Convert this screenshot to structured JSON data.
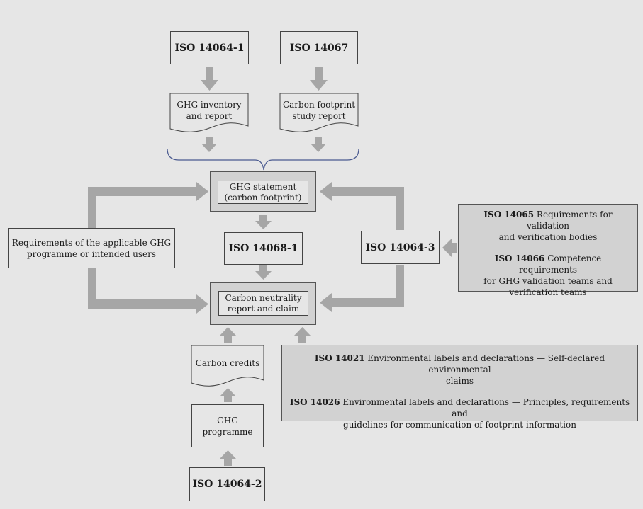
{
  "colors": {
    "background": "#e6e6e6",
    "panel": "#d2d2d2",
    "arrow": "#a6a6a6",
    "border": "#444444",
    "brace": "#4a5a90"
  },
  "nodes": {
    "iso_14064_1": "ISO 14064-1",
    "iso_14067": "ISO 14067",
    "ghg_inventory": [
      "GHG inventory",
      "and report"
    ],
    "carbon_footprint_study": [
      "Carbon footprint",
      "study report"
    ],
    "ghg_statement": [
      "GHG statement",
      "(carbon footprint)"
    ],
    "iso_14068_1": "ISO 14068-1",
    "iso_14064_3": "ISO 14064-3",
    "requirements_programme": [
      "Requirements of the applicable GHG",
      "programme or intended users"
    ],
    "carbon_neutrality": [
      "Carbon neutrality",
      "report and claim"
    ],
    "carbon_credits": "Carbon credits",
    "ghg_programme": [
      "GHG",
      "programme"
    ],
    "iso_14064_2": "ISO 14064-2"
  },
  "verification_panel": [
    {
      "code": "ISO 14065",
      "lines": [
        "Requirements for validation",
        "and verification bodies"
      ]
    },
    {
      "code": "ISO 14066",
      "lines": [
        "Competence requirements",
        "for GHG validation teams and",
        "verification teams"
      ]
    }
  ],
  "labels_panel": [
    {
      "code": "ISO 14021",
      "lines": [
        "Environmental labels and declarations — Self-declared environmental",
        "claims"
      ]
    },
    {
      "code": "ISO 14026",
      "lines": [
        "Environmental labels and declarations — Principles, requirements and",
        "guidelines for communication of footprint information"
      ]
    }
  ]
}
